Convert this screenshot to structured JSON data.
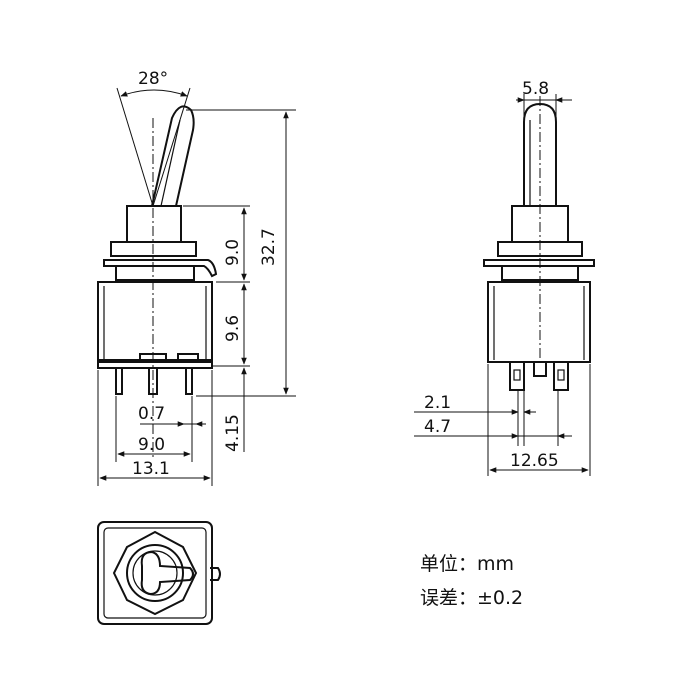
{
  "front_view": {
    "angle": "28°",
    "height_total": "32.7",
    "height_upper": "9.0",
    "height_body": "9.6",
    "pin_length": "4.15",
    "pin_width": "0.7",
    "pin_pitch_span": "9.0",
    "body_width": "13.1"
  },
  "side_view": {
    "lever_width": "5.8",
    "pin_offset_a": "2.1",
    "pin_offset_b": "4.7",
    "body_width": "12.65"
  },
  "notes": {
    "unit": "单位：mm",
    "tolerance": "误差：±0.2"
  }
}
